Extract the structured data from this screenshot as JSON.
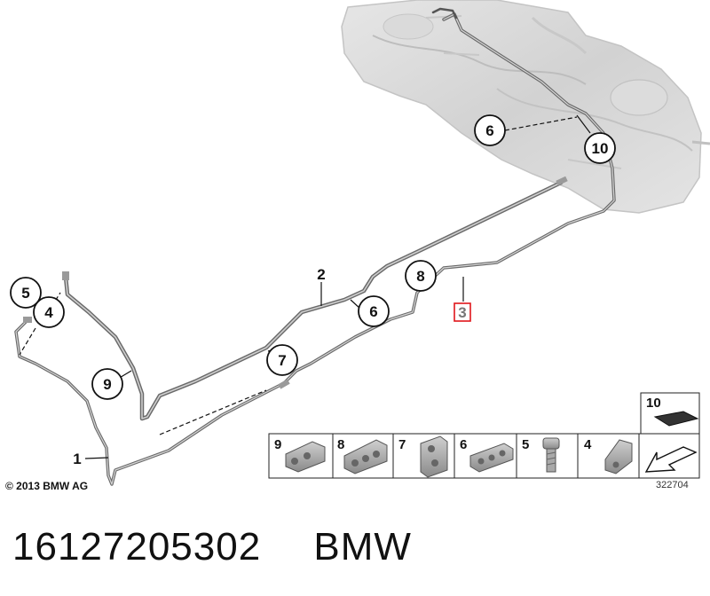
{
  "callouts": [
    "6",
    "10",
    "5",
    "4",
    "9",
    "7",
    "8",
    "6",
    "2",
    "1",
    "3"
  ],
  "highlighted_callout": "3",
  "highlight_color": "#e0161b",
  "legend": {
    "items": [
      "9",
      "8",
      "7",
      "6",
      "5",
      "4"
    ],
    "item_10": "10"
  },
  "copyright": "© 2013 BMW AG",
  "diagram_number": "322704",
  "caption": {
    "part_number": "16127205302",
    "brand": "BMW"
  }
}
